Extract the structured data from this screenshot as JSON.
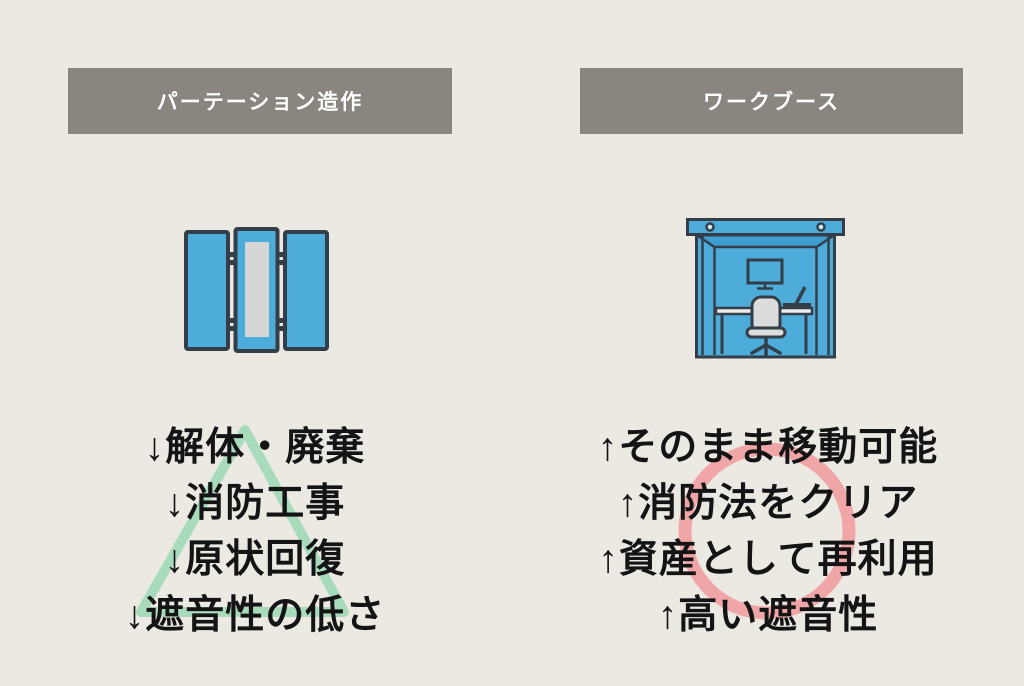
{
  "title": "パーテーション造作 vs ワークブース 比較図",
  "columns": [
    {
      "header": "パーテーション造作",
      "icon": "partition-icon",
      "marker": "triangle",
      "points": [
        "↓解体・廃棄",
        "↓消防工事",
        "↓原状回復",
        "↓遮音性の低さ"
      ]
    },
    {
      "header": "ワークブース",
      "icon": "workbooth-icon",
      "marker": "circle",
      "points": [
        "↑そのまま移動可能",
        "↑消防法をクリア",
        "↑資産として再利用",
        "↑高い遮音性"
      ]
    }
  ],
  "colors": {
    "background": "#ECE9E3",
    "header_bar": "#8A857E",
    "header_text": "#FFFFFF",
    "icon_blue": "#4EACDB",
    "icon_blue_shade": "#3D9ECF",
    "icon_outline": "#333E49",
    "icon_light_gray": "#D6D6D6",
    "desk_light": "#EDEDED",
    "triangle_green": "#A7DBBC",
    "circle_pink": "#F0A6A6",
    "body_text": "#141414"
  }
}
